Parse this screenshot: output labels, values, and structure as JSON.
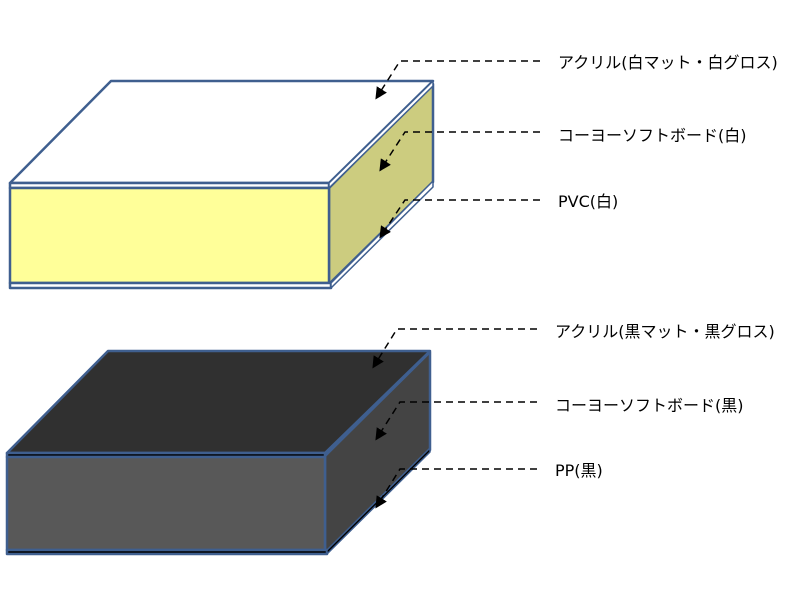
{
  "white_panel": {
    "labels": [
      "アクリル(白マット・白グロス)",
      "コーヨーソフトボード(白)",
      "PVC(白)"
    ]
  },
  "black_panel": {
    "labels": [
      "アクリル(黒マット・黒グロス)",
      "コーヨーソフトボード(黒)",
      "PP(黒)"
    ]
  },
  "colors": {
    "outline": "#3f5f8f",
    "white_top": "#ffffff",
    "white_core_front": "#ffff99",
    "white_core_side": "#cccc7f",
    "black_top": "#303030",
    "black_core_front": "#585858",
    "black_core_side": "#444444"
  }
}
